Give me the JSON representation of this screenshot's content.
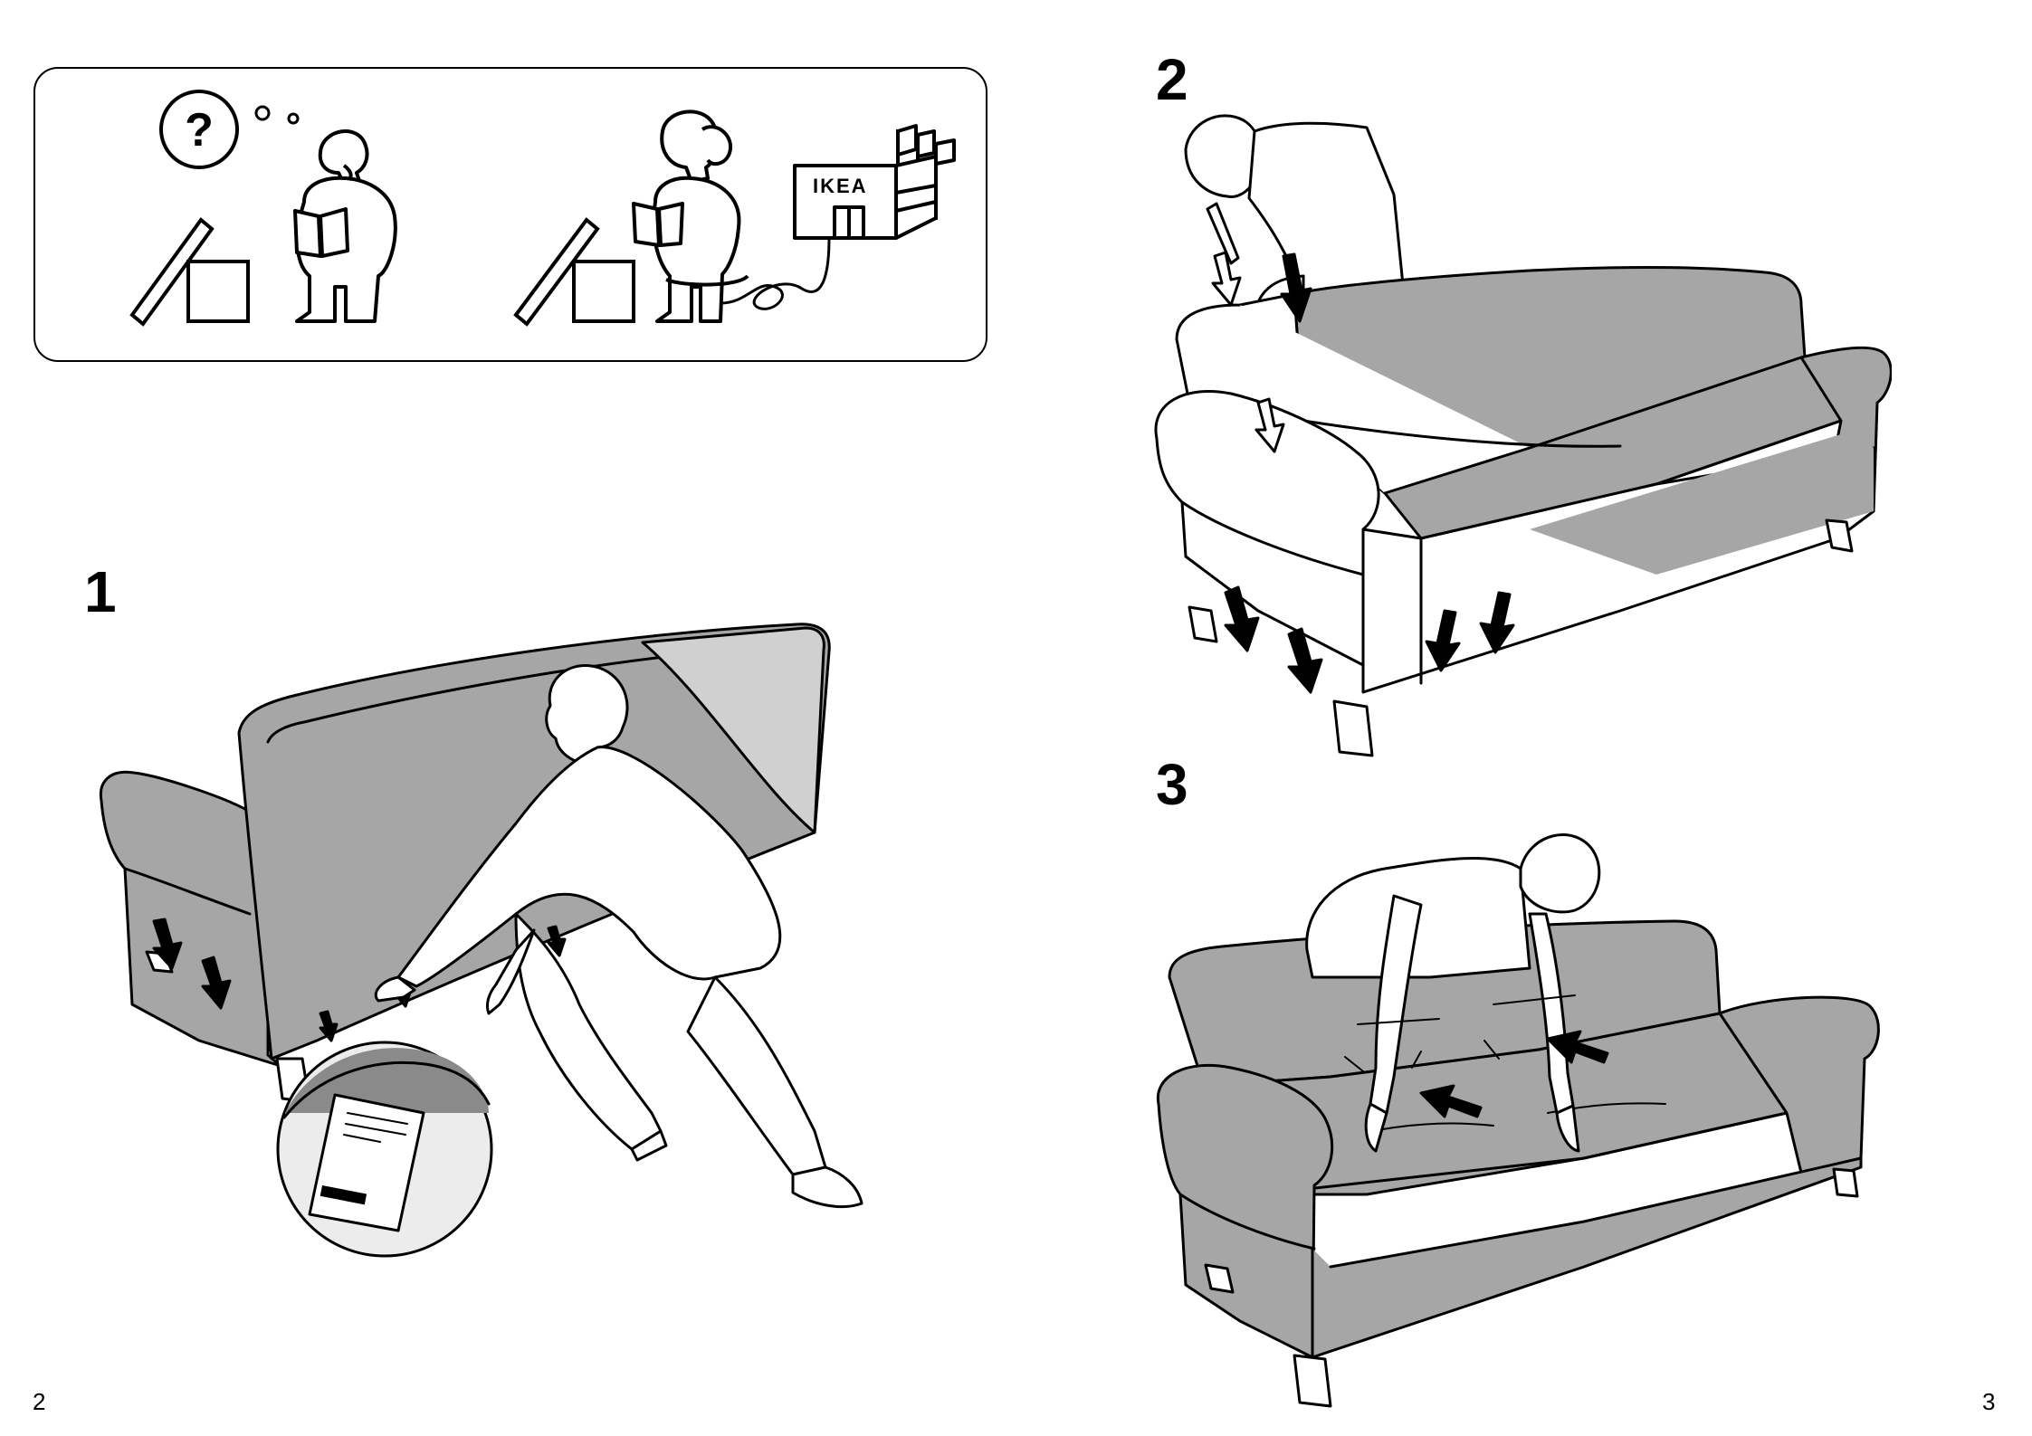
{
  "help_panel": {
    "store_sign": "IKEA"
  },
  "steps": [
    {
      "number": "1"
    },
    {
      "number": "2"
    },
    {
      "number": "3"
    }
  ],
  "pages": {
    "left": "2",
    "right": "3"
  },
  "colors": {
    "fabric": "#a6a6a6",
    "line": "#000000",
    "paper": "#ffffff"
  }
}
